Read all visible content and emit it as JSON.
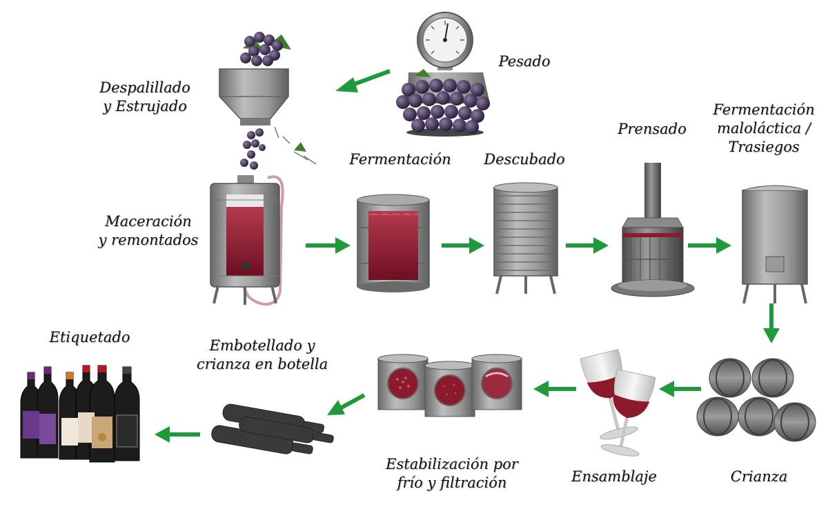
{
  "colors": {
    "arrow": "#1e9a3a",
    "steel": "#8e8e8e",
    "wine": "#8a1a2c",
    "grape": "#3a2a4a",
    "leaf": "#3f7d2a",
    "bottle": "#1c1c1c"
  },
  "steps": {
    "pesado": {
      "lines": [
        "Pesado"
      ],
      "icon": "scale-with-grapes-icon"
    },
    "despalillado": {
      "lines": [
        "Despalillado",
        "y Estrujado"
      ],
      "icon": "destemmer-hopper-icon"
    },
    "maceracion": {
      "lines": [
        "Maceración",
        "y remontados"
      ],
      "icon": "maceration-tank-icon"
    },
    "fermentacion": {
      "lines": [
        "Fermentación"
      ],
      "icon": "fermentation-tank-icon"
    },
    "descubado": {
      "lines": [
        "Descubado"
      ],
      "icon": "drained-tank-icon"
    },
    "prensado": {
      "lines": [
        "Prensado"
      ],
      "icon": "wine-press-icon"
    },
    "malolactica": {
      "lines": [
        "Fermentación",
        "maloláctica /",
        "Trasiegos"
      ],
      "icon": "malolactic-tank-icon"
    },
    "crianza": {
      "lines": [
        "Crianza"
      ],
      "icon": "barrels-icon"
    },
    "ensamblaje": {
      "lines": [
        "Ensamblaje"
      ],
      "icon": "wine-glasses-icon"
    },
    "estabilizacion": {
      "lines": [
        "Estabilización por",
        "frío y filtración"
      ],
      "icon": "stabilization-tanks-icon"
    },
    "embotellado": {
      "lines": [
        "Embotellado y",
        "crianza en botella"
      ],
      "icon": "lying-bottles-icon"
    },
    "etiquetado": {
      "lines": [
        "Etiquetado"
      ],
      "icon": "labeled-bottles-icon"
    }
  }
}
